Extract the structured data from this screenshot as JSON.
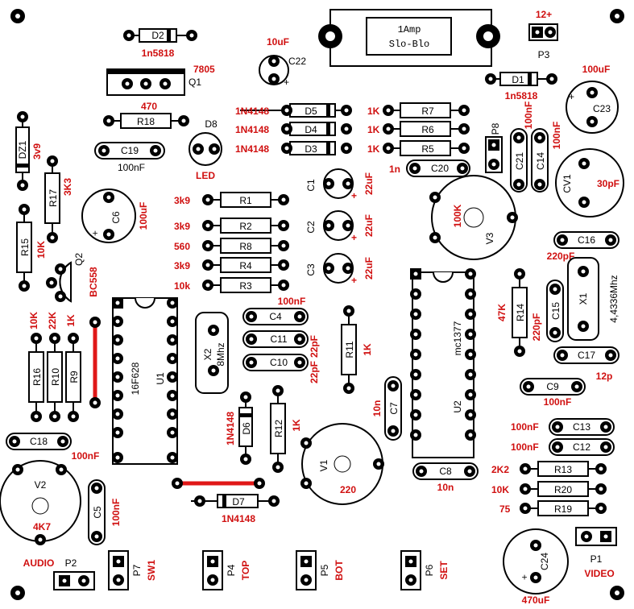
{
  "board": {
    "fuse": {
      "line1": "1Amp",
      "line2": "Slo-Blo"
    },
    "power_label": "12+",
    "headers": {
      "p1": "P1",
      "p2": "P2",
      "p3": "P3",
      "p4": "P4",
      "p5": "P5",
      "p6": "P6",
      "p7": "P7",
      "p8": "P8"
    },
    "header_functions": {
      "video": "VIDEO",
      "audio": "AUDIO",
      "sw1": "SW1",
      "top": "TOP",
      "bot": "BOT",
      "set": "SET"
    },
    "regulator": {
      "ref": "Q1",
      "value": "7805"
    },
    "transistor": {
      "ref": "Q2",
      "value": "BC558"
    },
    "mcu": {
      "ref": "U1",
      "value": "16F628"
    },
    "encoder": {
      "ref": "U2",
      "value": "mc1377"
    },
    "crystals": {
      "x1_ref": "X1",
      "x1_value": "4,4336Mhz",
      "x2_ref": "X2",
      "x2_value": "8Mhz"
    },
    "trimcap": {
      "ref": "CV1",
      "value": "30pF"
    },
    "pots": {
      "v1_ref": "V1",
      "v1_value": "220",
      "v2_ref": "V2",
      "v2_value": "4K7",
      "v3_ref": "V3",
      "v3_value": "100K"
    },
    "led": {
      "ref": "D8",
      "value": "LED"
    },
    "zener": {
      "ref": "DZ1",
      "value": "3v9"
    },
    "diodes": {
      "d1": "D1",
      "d2": "D2",
      "d3": "D3",
      "d4": "D4",
      "d5": "D5",
      "d6": "D6",
      "d7": "D7",
      "v_1n5818": "1n5818",
      "v_1n4148": "1N4148"
    },
    "resistors": {
      "r1": "R1",
      "r2": "R2",
      "r3": "R3",
      "r4": "R4",
      "r5": "R5",
      "r6": "R6",
      "r7": "R7",
      "r8": "R8",
      "r9": "R9",
      "r10": "R10",
      "r11": "R11",
      "r12": "R12",
      "r13": "R13",
      "r14": "R14",
      "r15": "R15",
      "r16": "R16",
      "r17": "R17",
      "r18": "R18",
      "r19": "R19",
      "r20": "R20",
      "v_3k9": "3k9",
      "v_560": "560",
      "v_10k": "10k",
      "v_1K": "1K",
      "v_470": "470",
      "v_3K3": "3K3",
      "v_10K": "10K",
      "v_22K": "22K",
      "v_47K": "47K",
      "v_2K2": "2K2",
      "v_75": "75"
    },
    "capacitors": {
      "c1": "C1",
      "c2": "C2",
      "c3": "C3",
      "c4": "C4",
      "c5": "C5",
      "c6": "C6",
      "c7": "C7",
      "c8": "C8",
      "c9": "C9",
      "c10": "C10",
      "c11": "C11",
      "c12": "C12",
      "c13": "C13",
      "c14": "C14",
      "c15": "C15",
      "c16": "C16",
      "c17": "C17",
      "c18": "C18",
      "c19": "C19",
      "c20": "C20",
      "c21": "C21",
      "c22": "C22",
      "c23": "C23",
      "c24": "C24",
      "v_100nF": "100nF",
      "v_22uF": "22uF",
      "v_10uF": "10uF",
      "v_100uF": "100uF",
      "v_470uF": "470uF",
      "v_22pF": "22pF",
      "v_220pF": "220pF",
      "v_12p": "12p",
      "v_10n": "10n",
      "v_1n": "1n",
      "plus": "+"
    }
  }
}
